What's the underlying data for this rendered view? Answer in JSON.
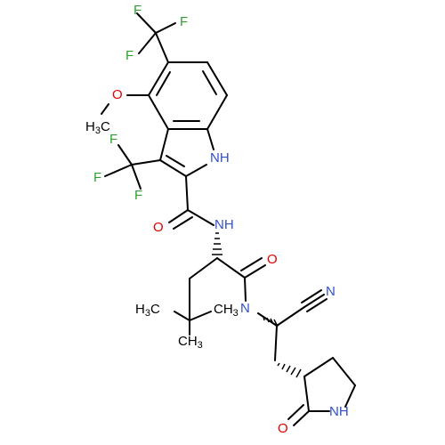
{
  "molecule": {
    "atoms": {
      "F1": "F",
      "F2": "F",
      "F3": "F",
      "F4": "F",
      "F5": "F",
      "F6": "F",
      "O_methoxy": "O",
      "CH3_methoxy": {
        "main": "H",
        "sub": "3",
        "tail": "C"
      },
      "NH_indole": "NH",
      "O_amide1": "O",
      "NH_amide1": "NH",
      "O_amide2": "O",
      "NH_amide2": "N",
      "tbu_left": {
        "main": "H",
        "sub": "3",
        "tail": "C"
      },
      "tbu_right": {
        "main": "CH",
        "sub": "3"
      },
      "tbu_bottom": {
        "main": "CH",
        "sub": "3"
      },
      "N_nitrile": "N",
      "O_lactam": "O",
      "NH_lactam": "NH"
    },
    "colors": {
      "fluorine": "#30a030",
      "oxygen": "#e00000",
      "nitrogen": "#3050c8",
      "carbon": "#000000"
    }
  }
}
